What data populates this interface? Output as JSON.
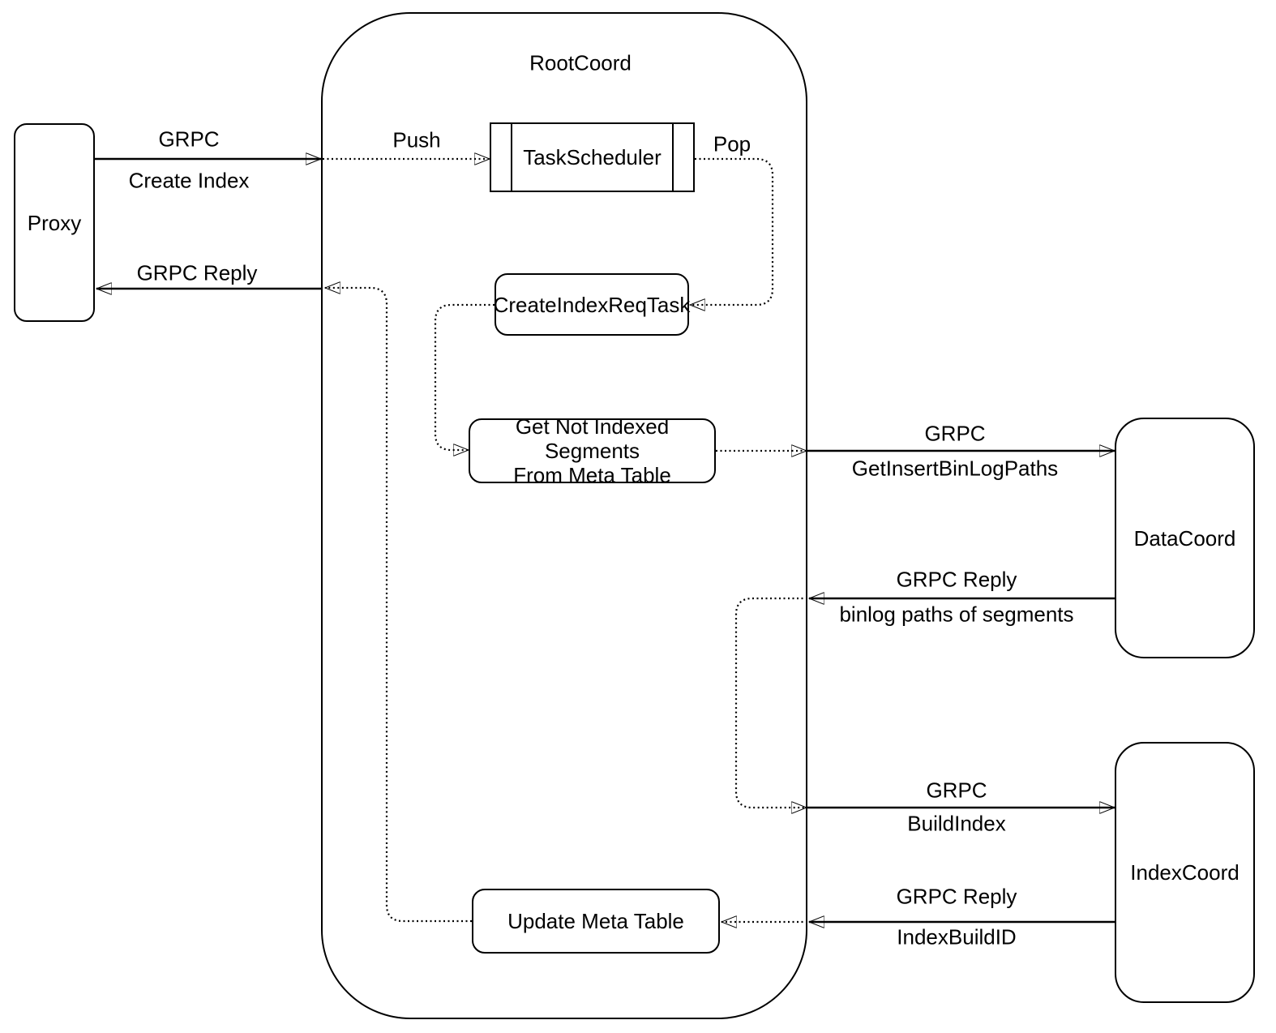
{
  "diagram_title": "RootCoord index-build flow",
  "colors": {
    "stroke": "#000000",
    "background": "#ffffff"
  },
  "nodes": {
    "proxy": {
      "label": "Proxy"
    },
    "root_coord": {
      "label": "RootCoord"
    },
    "task_scheduler": {
      "label": "TaskScheduler"
    },
    "create_index_req_task": {
      "label": "CreateIndexReqTask"
    },
    "get_not_indexed_segments": {
      "label_line1": "Get Not Indexed Segments",
      "label_line2": "From Meta Table"
    },
    "update_meta_table": {
      "label": "Update Meta Table"
    },
    "data_coord": {
      "label": "DataCoord"
    },
    "index_coord": {
      "label": "IndexCoord"
    }
  },
  "edges": {
    "proxy_to_rootcoord": {
      "line1": "GRPC",
      "line2": "Create Index"
    },
    "rootcoord_to_proxy": {
      "line1": "GRPC Reply"
    },
    "push": {
      "label": "Push"
    },
    "pop": {
      "label": "Pop"
    },
    "rootcoord_to_datacoord": {
      "line1": "GRPC",
      "line2": "GetInsertBinLogPaths"
    },
    "datacoord_to_rootcoord": {
      "line1": "GRPC Reply",
      "line2": "binlog paths of segments"
    },
    "rootcoord_to_indexcoord": {
      "line1": "GRPC",
      "line2": "BuildIndex"
    },
    "indexcoord_to_rootcoord": {
      "line1": "GRPC Reply",
      "line2": "IndexBuildID"
    }
  }
}
